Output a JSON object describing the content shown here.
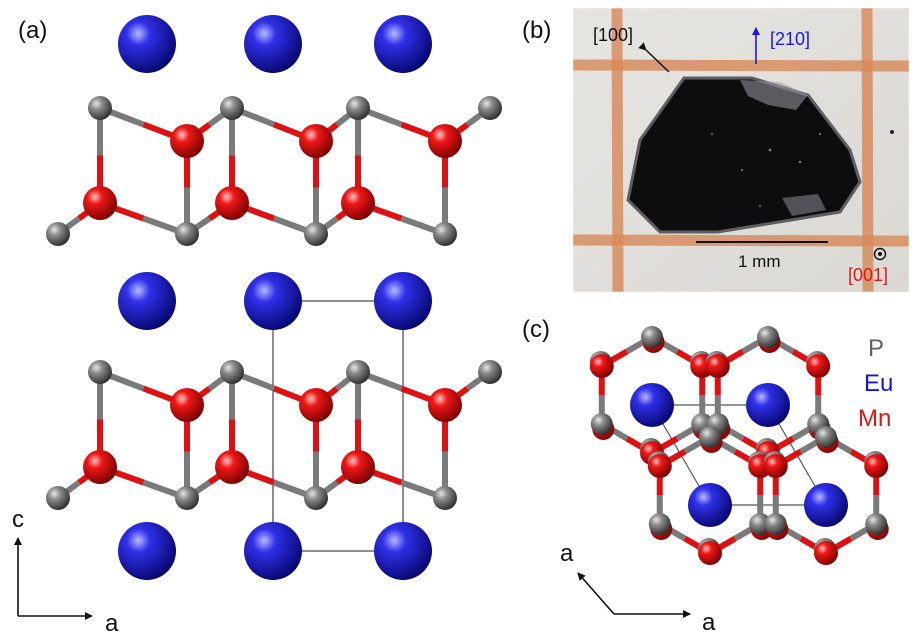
{
  "panels": {
    "a": {
      "label": "(a)",
      "axis_vertical": "c",
      "axis_horizontal": "a"
    },
    "b": {
      "label": "(b)",
      "dir_100": "[100]",
      "dir_210": "[210]",
      "dir_001": "[001]",
      "scale_text": "1 mm"
    },
    "c": {
      "label": "(c)",
      "legend": [
        {
          "symbol": "P",
          "color": "#606060"
        },
        {
          "symbol": "Eu",
          "color": "#1515e0"
        },
        {
          "symbol": "Mn",
          "color": "#e01515"
        }
      ],
      "axis_diagonal": "a",
      "axis_horizontal": "a"
    }
  },
  "colors": {
    "eu": "#1515cc",
    "mn": "#dd1111",
    "p": "#7a7a7a",
    "dir_100": "#111111",
    "dir_210": "#1a1ad8",
    "dir_001": "#d81a1a"
  }
}
